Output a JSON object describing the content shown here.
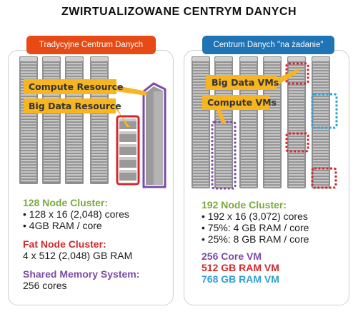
{
  "title": "ZWIRTUALIZOWANE CENTRYM DANYCH",
  "colors": {
    "left_header": "#e84a16",
    "right_header": "#1e74b4",
    "green": "#7aaa3a",
    "red": "#d0282c",
    "purple": "#7b4aa6",
    "blue": "#2e9fd6",
    "callout": "#f6b521",
    "server": "#9a9a9a"
  },
  "left": {
    "header": "Tradycyjne Centrum Danych",
    "callouts": [
      "Compute Resource",
      "Big Data Resource"
    ],
    "cluster_heading": "128 Node Cluster:",
    "cluster_lines": [
      "• 128 x 16 (2,048) cores",
      "• 4GB RAM / core"
    ],
    "fat_heading": "Fat Node Cluster:",
    "fat_line": "4 x 512 (2,048) GB RAM",
    "shared_heading": "Shared Memory System:",
    "shared_line": "256 cores"
  },
  "right": {
    "header": "Centrum Danych \"na żadanie\"",
    "callouts": [
      "Big Data VMs",
      "Compute VMs"
    ],
    "cluster_heading": "192 Node Cluster:",
    "cluster_lines": [
      "• 192 x 16 (3,072) cores",
      "• 75%: 4 GB RAM / core",
      "• 25%: 8 GB RAM / core"
    ],
    "vm_lines": [
      "256 Core VM",
      "512 GB RAM VM",
      "768 GB RAM VM"
    ]
  }
}
